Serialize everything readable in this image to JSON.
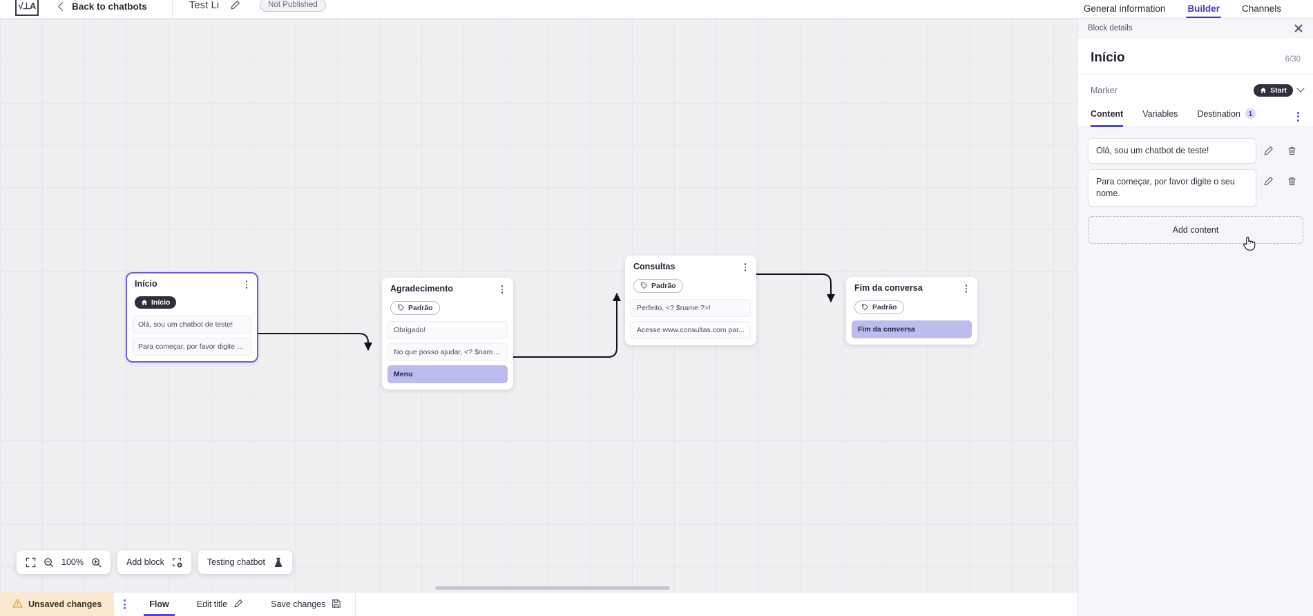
{
  "header": {
    "logo_alt": "app-logo",
    "back_label": "Back to chatbots",
    "bot_title": "Test Li",
    "edit_icon": "pencil-icon",
    "publish_status": "Not Published",
    "tabs": [
      {
        "label": "General information",
        "active": false
      },
      {
        "label": "Builder",
        "active": true
      },
      {
        "label": "Channels",
        "active": false
      }
    ]
  },
  "canvas": {
    "zoom_level": "100%",
    "fit_icon": "fit-screen-icon",
    "zoom_out_icon": "zoom-out-icon",
    "zoom_in_icon": "zoom-in-icon",
    "add_block_label": "Add block",
    "add_block_icon": "add-block-icon",
    "testing_label": "Testing chatbot",
    "testing_icon": "flask-icon",
    "nodes": [
      {
        "id": "inicio",
        "title": "Início",
        "chip": {
          "label": "Início",
          "type": "start",
          "icon": "home-icon"
        },
        "selected": true,
        "messages": [
          {
            "text": "Olá, sou um chatbot de teste!",
            "highlight": false
          },
          {
            "text": "Para começar, por favor digite o ...",
            "highlight": false
          }
        ]
      },
      {
        "id": "agradecimento",
        "title": "Agradecimento",
        "chip": {
          "label": "Padrão",
          "type": "default",
          "icon": "tag-icon"
        },
        "selected": false,
        "messages": [
          {
            "text": "Obrigado!",
            "highlight": false
          },
          {
            "text": "No que posso ajudar, <? $name ...",
            "highlight": false
          },
          {
            "text": "Menu",
            "highlight": true
          }
        ]
      },
      {
        "id": "consultas",
        "title": "Consultas",
        "chip": {
          "label": "Padrão",
          "type": "default",
          "icon": "tag-icon"
        },
        "selected": false,
        "messages": [
          {
            "text": "Perfeito, <? $name ?>!",
            "highlight": false
          },
          {
            "text": "Acesse www.consultas.com par...",
            "highlight": false
          }
        ]
      },
      {
        "id": "fim",
        "title": "Fim da conversa",
        "chip": {
          "label": "Padrão",
          "type": "default",
          "icon": "tag-icon"
        },
        "selected": false,
        "messages": [
          {
            "text": "Fim da conversa",
            "highlight": true
          }
        ]
      }
    ]
  },
  "statusbar": {
    "unsaved_label": "Unsaved changes",
    "warning_icon": "warning-triangle-icon",
    "kebab_icon": "more-vertical-icon",
    "items": [
      {
        "label": "Flow",
        "icon": "",
        "active": true
      },
      {
        "label": "Edit title",
        "icon": "pencil-icon",
        "active": false
      },
      {
        "label": "Save changes",
        "icon": "save-icon",
        "active": false
      }
    ]
  },
  "panel": {
    "header_title": "Block details",
    "close_icon": "close-icon",
    "block_title": "Início",
    "char_count": "6/30",
    "marker_label": "Marker",
    "marker_value": "Start",
    "marker_icon": "home-icon",
    "tabs": [
      {
        "label": "Content",
        "badge": "",
        "active": true
      },
      {
        "label": "Variables",
        "badge": "",
        "active": false
      },
      {
        "label": "Destination",
        "badge": "1",
        "active": false
      }
    ],
    "contents": [
      {
        "text": "Olá, sou um chatbot de teste!",
        "edit_icon": "pencil-icon",
        "delete_icon": "trash-icon"
      },
      {
        "text": "Para começar, por favor digite o seu nome.",
        "edit_icon": "pencil-icon",
        "delete_icon": "trash-icon"
      }
    ],
    "add_content_label": "Add content"
  },
  "colors": {
    "accent": "#4f46e5",
    "accent_light": "#bcbcee",
    "canvas_bg": "#f0eff2",
    "panel_bg": "#f6f5f9",
    "warn_bg": "#fbe9cf",
    "dark_chip": "#2e2e3e"
  }
}
